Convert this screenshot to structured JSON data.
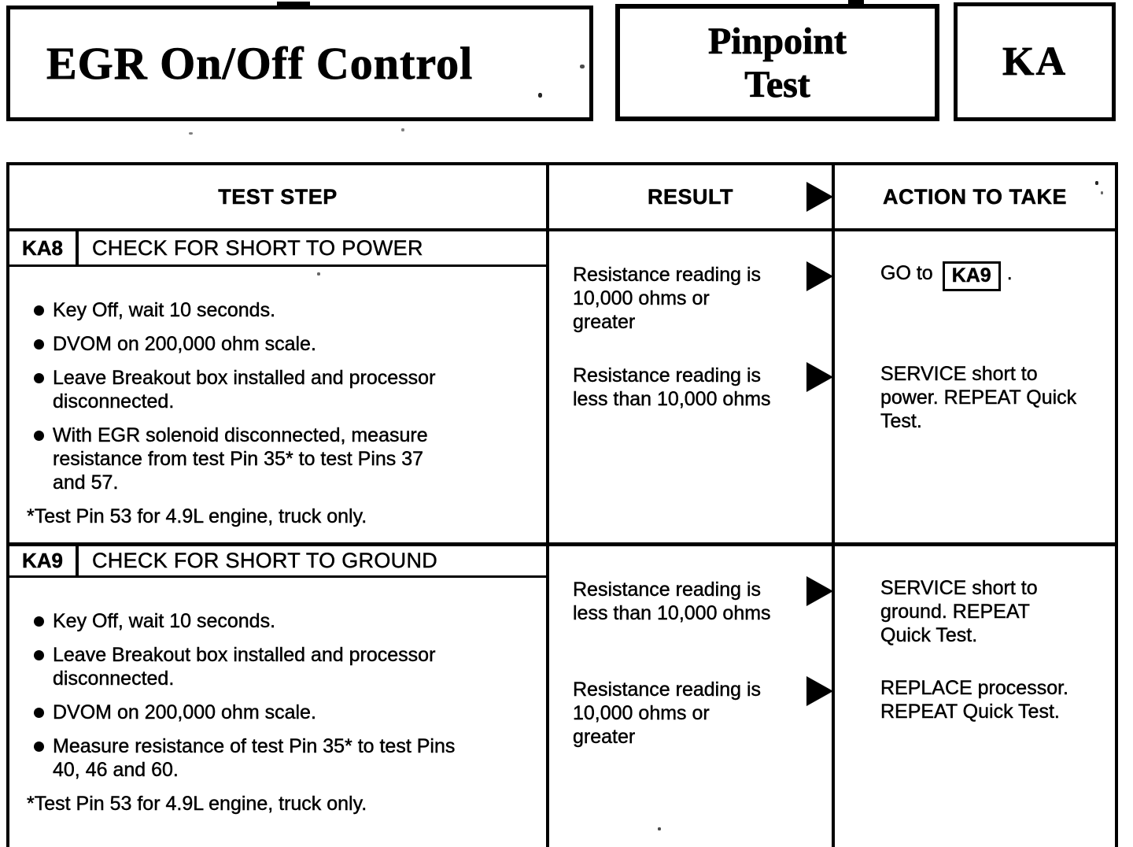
{
  "masthead": {
    "system_title": "EGR On/Off Control",
    "doc_type_line1": "Pinpoint",
    "doc_type_line2": "Test",
    "section_code": "KA"
  },
  "table": {
    "headers": {
      "test_step": "TEST STEP",
      "result": "RESULT",
      "action": "ACTION TO TAKE"
    },
    "sections": [
      {
        "id": "KA8",
        "title": "CHECK FOR SHORT TO POWER",
        "steps": [
          [
            "Key Off, wait 10 seconds."
          ],
          [
            "DVOM on 200,000 ohm scale."
          ],
          [
            "Leave Breakout box installed and processor",
            "disconnected."
          ],
          [
            "With EGR solenoid disconnected, measure",
            "resistance from test Pin 35* to test Pins 37",
            "and 57."
          ]
        ],
        "footnote": "*Test Pin 53 for 4.9L engine, truck only.",
        "outcomes": [
          {
            "result": [
              "Resistance reading is",
              "10,000 ohms or",
              "greater"
            ],
            "action_prefix": "GO to",
            "action_ref": "KA9",
            "action_suffix": "."
          },
          {
            "result": [
              "Resistance reading is",
              "less than 10,000 ohms"
            ],
            "action": [
              "SERVICE short to",
              "power. REPEAT Quick",
              "Test."
            ]
          }
        ]
      },
      {
        "id": "KA9",
        "title": "CHECK FOR SHORT TO GROUND",
        "steps": [
          [
            "Key Off, wait 10 seconds."
          ],
          [
            "Leave Breakout box installed and processor",
            "disconnected."
          ],
          [
            "DVOM on 200,000 ohm scale."
          ],
          [
            "Measure resistance of test Pin 35* to test Pins",
            "40, 46 and 60."
          ]
        ],
        "footnote": "*Test Pin 53 for 4.9L engine, truck only.",
        "outcomes": [
          {
            "result": [
              "Resistance reading is",
              "less than 10,000 ohms"
            ],
            "action": [
              "SERVICE short to",
              "ground. REPEAT",
              "Quick Test."
            ]
          },
          {
            "result": [
              "Resistance reading is",
              "10,000 ohms or",
              "greater"
            ],
            "action": [
              "REPLACE processor.",
              "REPEAT Quick Test."
            ]
          }
        ]
      }
    ]
  }
}
